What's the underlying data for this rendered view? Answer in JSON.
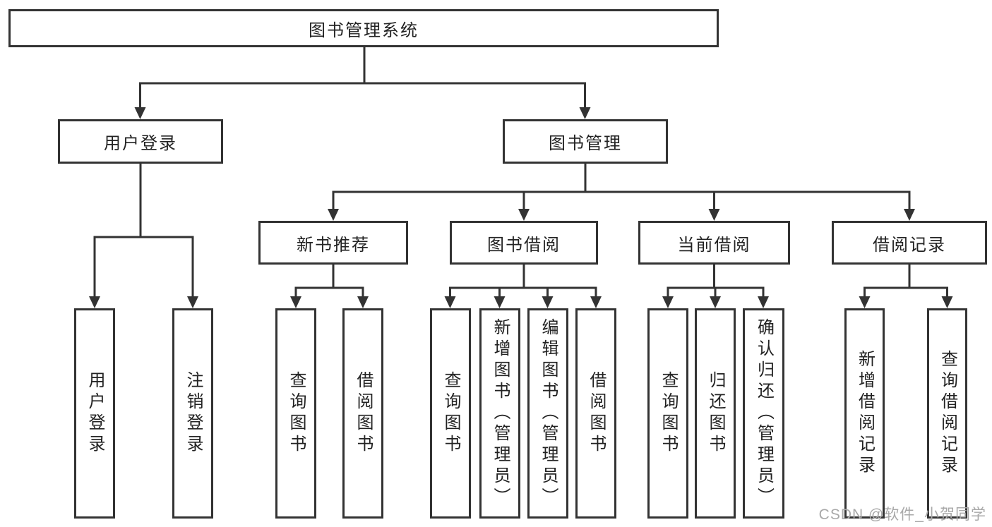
{
  "diagram": {
    "root": {
      "label": "图书管理系统"
    },
    "user_login": {
      "label": "用户登录",
      "children": [
        {
          "label": "用户登录"
        },
        {
          "label": "注销登录"
        }
      ]
    },
    "book_mgmt": {
      "label": "图书管理",
      "children": [
        {
          "label": "新书推荐",
          "children": [
            {
              "label": "查询图书"
            },
            {
              "label": "借阅图书"
            }
          ]
        },
        {
          "label": "图书借阅",
          "children": [
            {
              "label": "查询图书"
            },
            {
              "label": "新增图书（管理员）"
            },
            {
              "label": "编辑图书（管理员）"
            },
            {
              "label": "借阅图书"
            }
          ]
        },
        {
          "label": "当前借阅",
          "children": [
            {
              "label": "查询图书"
            },
            {
              "label": "归还图书"
            },
            {
              "label": "确认归还（管理员）"
            }
          ]
        },
        {
          "label": "借阅记录",
          "children": [
            {
              "label": "新增借阅记录"
            },
            {
              "label": "查询借阅记录"
            }
          ]
        }
      ]
    }
  },
  "watermark": {
    "text": "CSDN @软件_小贺同学"
  },
  "colors": {
    "line": "#333333",
    "text": "#222222",
    "watermark": "#a8a8a8",
    "background": "#ffffff"
  }
}
